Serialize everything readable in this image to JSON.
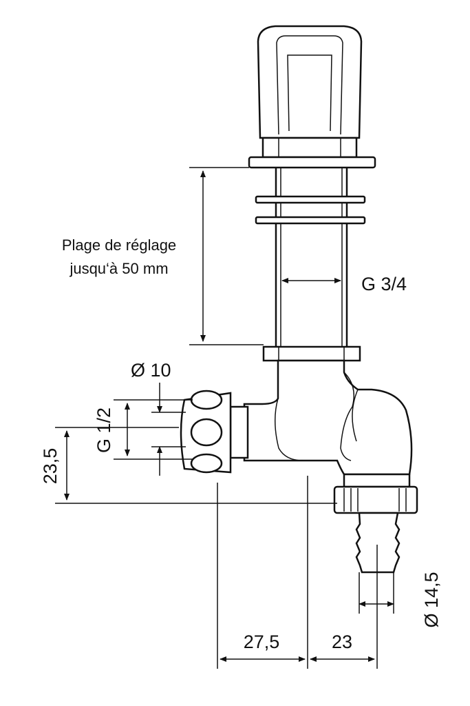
{
  "labels": {
    "range_line1": "Plage de réglage",
    "range_line2": "jusqu‘à 50 mm",
    "thread_top": "G 3/4",
    "diameter_inlet": "Ø 10",
    "thread_inlet": "G 1/2",
    "height_offset": "23,5",
    "outlet_diameter": "Ø 14,5",
    "width_left": "27,5",
    "width_right": "23"
  }
}
